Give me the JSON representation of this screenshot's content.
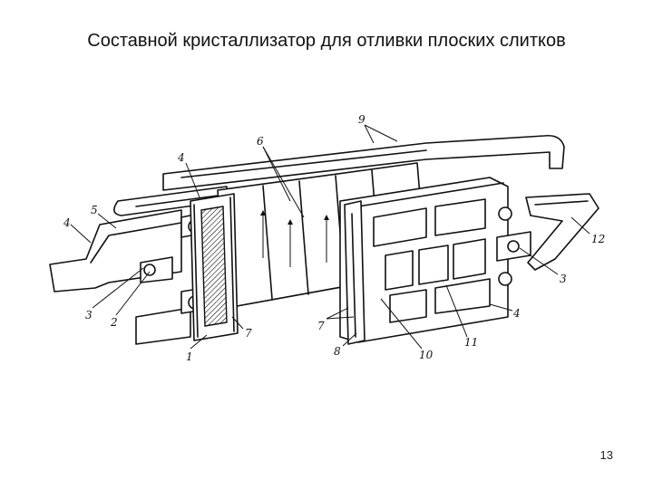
{
  "slide": {
    "title": "Составной кристаллизатор для отливки плоских слитков",
    "page_number": "13"
  },
  "diagram": {
    "callouts": [
      "1",
      "2",
      "3",
      "4",
      "5",
      "6",
      "7",
      "8",
      "9",
      "10",
      "11",
      "12"
    ]
  },
  "colors": {
    "ink": "#111111",
    "background": "#ffffff"
  }
}
